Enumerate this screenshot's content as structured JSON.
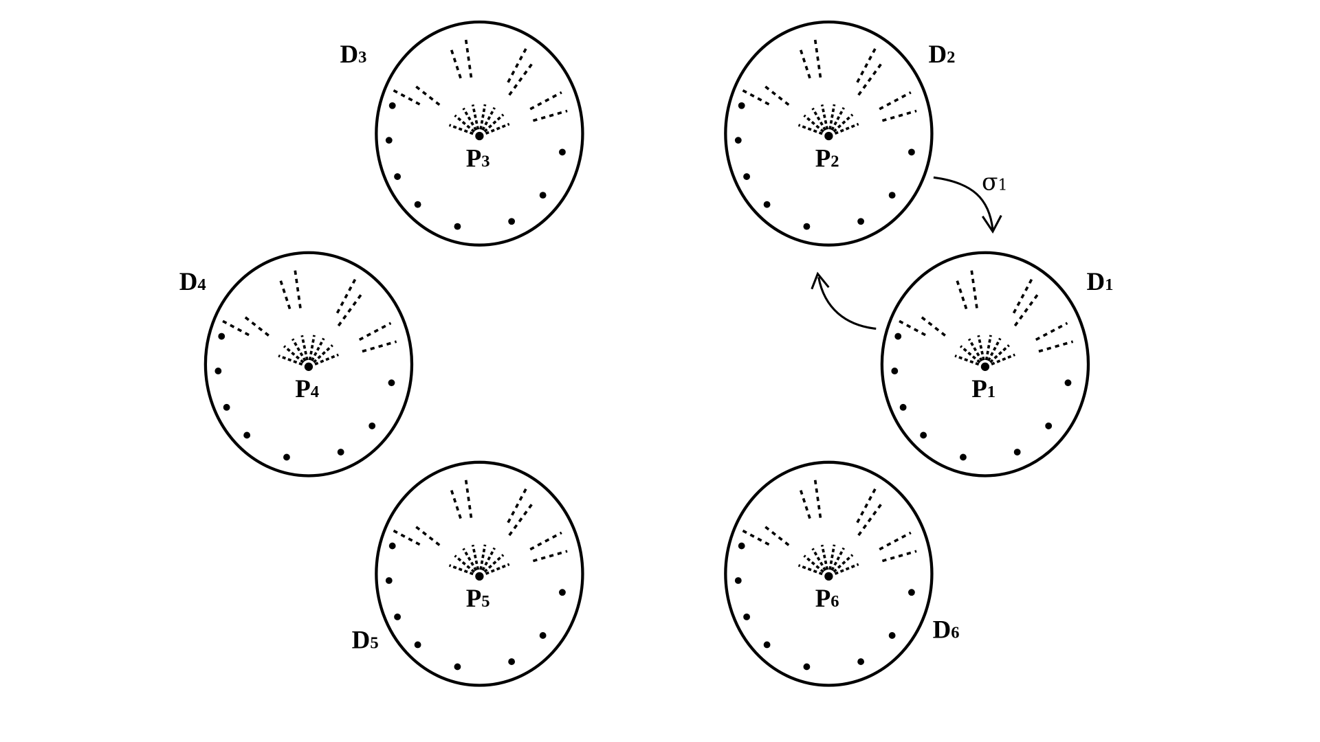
{
  "colors": {
    "ink": "#000000",
    "background": "#ffffff"
  },
  "arrow_label": "σ",
  "arrow_label_sub": "1",
  "disks": [
    {
      "id": "d1",
      "label": "D",
      "label_sub": "1",
      "point": "P",
      "point_sub": "1"
    },
    {
      "id": "d2",
      "label": "D",
      "label_sub": "2",
      "point": "P",
      "point_sub": "2"
    },
    {
      "id": "d3",
      "label": "D",
      "label_sub": "3",
      "point": "P",
      "point_sub": "3"
    },
    {
      "id": "d4",
      "label": "D",
      "label_sub": "4",
      "point": "P",
      "point_sub": "4"
    },
    {
      "id": "d5",
      "label": "D",
      "label_sub": "5",
      "point": "P",
      "point_sub": "5"
    },
    {
      "id": "d6",
      "label": "D",
      "label_sub": "6",
      "point": "P",
      "point_sub": "6"
    }
  ]
}
